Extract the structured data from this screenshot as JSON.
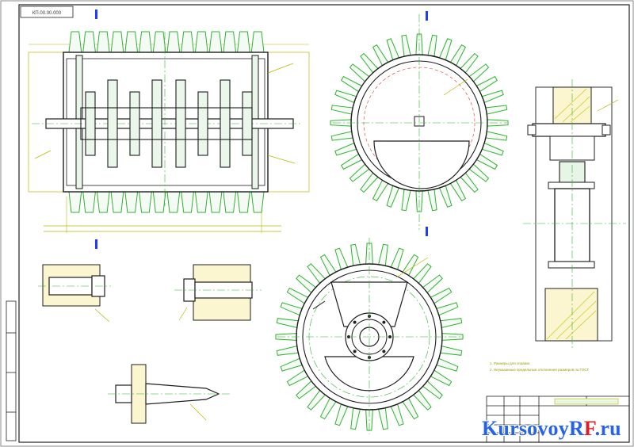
{
  "sheet": {
    "stamp_text": "КП.00.00.000",
    "notes_line_1": "1. Размеры для справок",
    "notes_line_2": "2. Неуказанные предельные отклонения размеров по ГОСТ",
    "colors": {
      "teeth": "#2fb12f",
      "body": "#1d1d1d",
      "outline": "#b8b800",
      "axis": "#2fb12f",
      "hatch": "#c9c200",
      "marker": "#1e3cff",
      "watermark_blue": "#2563eb",
      "watermark_red": "#e11d2a"
    }
  },
  "watermark": {
    "part1": "KursovoyR",
    "part2": "F",
    "part3": ".ru"
  }
}
